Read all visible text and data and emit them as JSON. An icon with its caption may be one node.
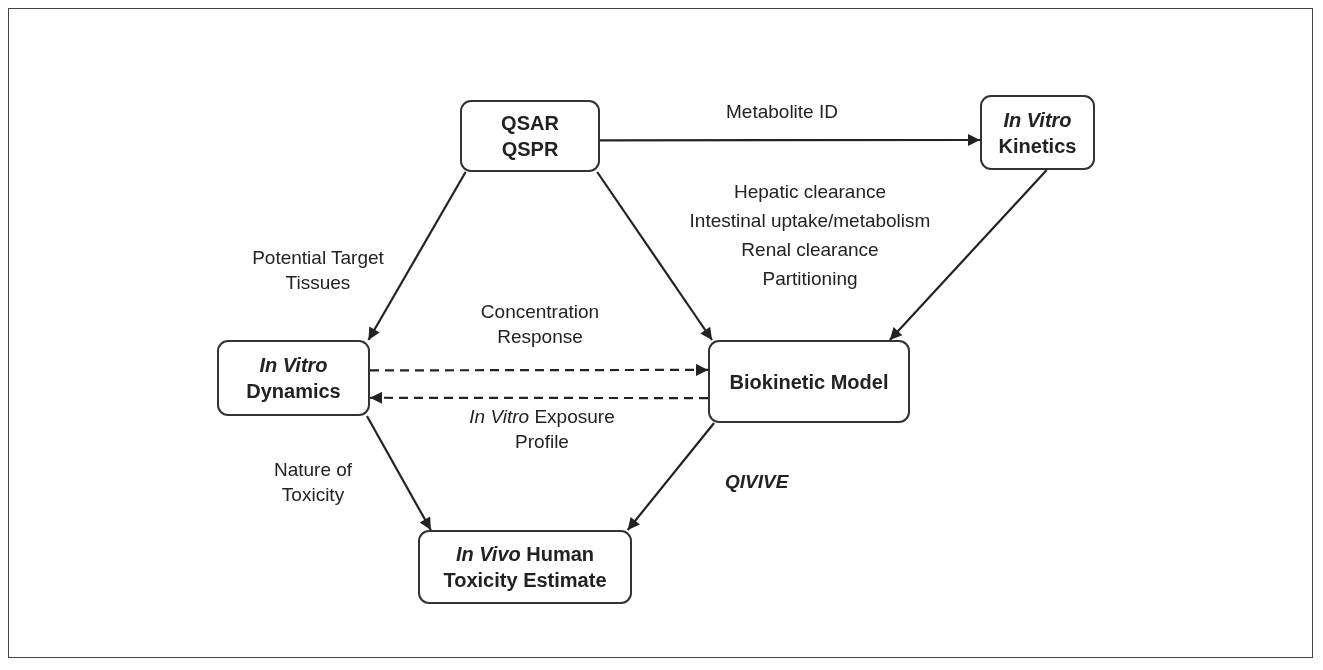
{
  "diagram": {
    "nodes": [
      {
        "text": [
          "QSAR QSPR"
        ]
      },
      {
        "text": [
          "*In Vitro* Kinetics"
        ]
      },
      {
        "text": [
          "*In Vitro* Dynamics"
        ]
      },
      {
        "text": [
          "Biokinetic Model"
        ]
      },
      {
        "text": [
          "*In Vivo* Human Toxicity Estimate"
        ]
      }
    ],
    "edges": [
      {
        "from": 0,
        "to": 1,
        "arrow": "to",
        "label": "Metabolite ID"
      },
      {
        "from": 0,
        "to": 2,
        "arrow": "to",
        "label": "Potential Target Tissues"
      },
      {
        "from": 0,
        "to": 3,
        "arrow": "to"
      },
      {
        "from": 1,
        "to": 3,
        "arrow": "to"
      },
      {
        "from": 2,
        "to": 3,
        "arrow": "to",
        "style": "dashed",
        "label": "Concentration Response"
      },
      {
        "from": 3,
        "to": 2,
        "arrow": "to",
        "style": "dashed",
        "label": "*In Vitro* Exposure Profile"
      },
      {
        "from": 2,
        "to": 4,
        "arrow": "to",
        "label": "Nature of Toxicity"
      },
      {
        "from": 3,
        "to": 4,
        "arrow": "to",
        "label": "QIVIVE"
      }
    ],
    "labels": [
      "Hepatic clearance",
      "Intestinal uptake/metabolism",
      "Renal clearance",
      "Partitioning"
    ]
  }
}
